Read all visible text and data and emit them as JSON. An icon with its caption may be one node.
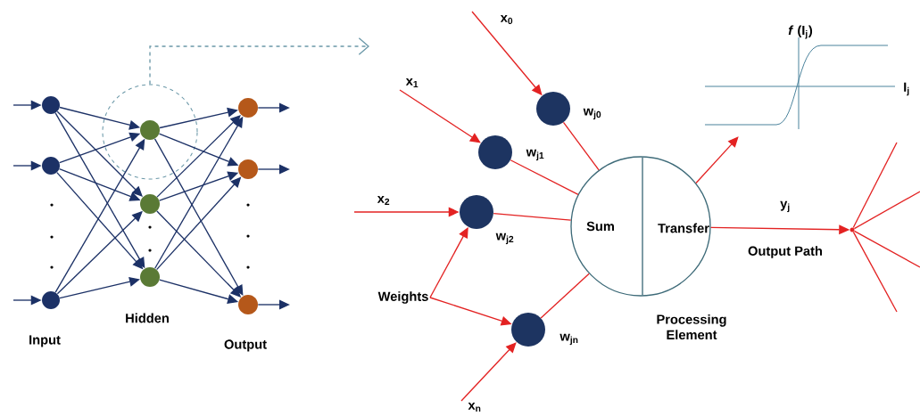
{
  "diagram": {
    "nodes": [
      {
        "text": [],
        "shape": "circle"
      },
      {
        "text": [],
        "shape": "circle"
      },
      {
        "text": [],
        "shape": "circle"
      },
      {
        "text": [],
        "shape": "circle"
      },
      {
        "text": [],
        "shape": "circle",
        "in": 3
      },
      {
        "text": [],
        "shape": "circle"
      },
      {
        "text": [],
        "shape": "circle"
      },
      {
        "text": [],
        "shape": "circle"
      },
      {
        "text": [],
        "shape": "circle"
      },
      {
        "text": [],
        "shape": "circle"
      },
      {
        "text": [],
        "shape": "circle",
        "beside": [
          "w$_{j0}$"
        ]
      },
      {
        "text": [],
        "shape": "circle",
        "beside": [
          "w$_{j1}$"
        ]
      },
      {
        "text": [],
        "shape": "circle",
        "beside": [
          "w$_{j2}$"
        ]
      },
      {
        "text": [
          "Weights"
        ]
      },
      {
        "text": [],
        "shape": "circle",
        "beside": [
          "w$_{jn}$"
        ]
      },
      {
        "text": [
          "Sum",
          "Transfer"
        ],
        "beside": [
          "Processing Element"
        ]
      },
      {
        "text": [
          "*f* (I$_{j}$)",
          "I$_{j}$"
        ]
      },
      {
        "text": [],
        "shape": "point"
      }
    ],
    "edges": [
      {
        "from": null,
        "to": 0,
        "arrow": "to"
      },
      {
        "from": null,
        "to": 1,
        "arrow": "to"
      },
      {
        "from": null,
        "to": 2,
        "arrow": "to"
      },
      {
        "from": 0,
        "to": 4,
        "arrow": "to"
      },
      {
        "from": 0,
        "to": 5,
        "arrow": "to"
      },
      {
        "from": 0,
        "to": 6,
        "arrow": "to"
      },
      {
        "from": 1,
        "to": 4,
        "arrow": "to"
      },
      {
        "from": 1,
        "to": 5,
        "arrow": "to"
      },
      {
        "from": 1,
        "to": 6,
        "arrow": "to"
      },
      {
        "from": 2,
        "to": 4,
        "arrow": "to"
      },
      {
        "from": 2,
        "to": 5,
        "arrow": "to"
      },
      {
        "from": 2,
        "to": 6,
        "arrow": "to"
      },
      {
        "from": 4,
        "to": 7,
        "arrow": "to"
      },
      {
        "from": 4,
        "to": 8,
        "arrow": "to"
      },
      {
        "from": 4,
        "to": 9,
        "arrow": "to"
      },
      {
        "from": 5,
        "to": 7,
        "arrow": "to"
      },
      {
        "from": 5,
        "to": 8,
        "arrow": "to"
      },
      {
        "from": 5,
        "to": 9,
        "arrow": "to"
      },
      {
        "from": 6,
        "to": 7,
        "arrow": "to"
      },
      {
        "from": 6,
        "to": 8,
        "arrow": "to"
      },
      {
        "from": 6,
        "to": 9,
        "arrow": "to"
      },
      {
        "from": 7,
        "to": null,
        "arrow": "to"
      },
      {
        "from": 8,
        "to": null,
        "arrow": "to"
      },
      {
        "from": 9,
        "to": null,
        "arrow": "to"
      },
      {
        "from": 3,
        "to": null,
        "arrow": "to",
        "style": "dashed",
        "color": "#6b98a8"
      },
      {
        "from": null,
        "to": 10,
        "arrow": "to",
        "label": "x$_{0}$",
        "color": "#e32222"
      },
      {
        "from": null,
        "to": 11,
        "arrow": "to",
        "label": "x$_{1}$",
        "color": "#e32222"
      },
      {
        "from": null,
        "to": 12,
        "arrow": "to",
        "label": "x$_{2}$",
        "color": "#e32222"
      },
      {
        "from": null,
        "to": 14,
        "arrow": "to",
        "label": "x$_{n}$",
        "color": "#e32222"
      },
      {
        "from": 13,
        "to": 12,
        "arrow": "to",
        "color": "#e32222"
      },
      {
        "from": 13,
        "to": 14,
        "arrow": "to",
        "color": "#e32222"
      },
      {
        "from": 10,
        "to": 15,
        "arrow": "none",
        "color": "#e32222"
      },
      {
        "from": 11,
        "to": 15,
        "arrow": "none",
        "color": "#e32222"
      },
      {
        "from": 12,
        "to": 15,
        "arrow": "none",
        "color": "#e32222"
      },
      {
        "from": 14,
        "to": 15,
        "arrow": "none",
        "color": "#e32222"
      },
      {
        "from": 15,
        "to": 16,
        "arrow": "to",
        "color": "#e32222"
      },
      {
        "from": 15,
        "to": 17,
        "arrow": "to",
        "label": "y$_{j}$",
        "color": "#e32222"
      },
      {
        "from": 17,
        "to": null,
        "arrow": "none",
        "color": "#e32222"
      },
      {
        "from": 17,
        "to": null,
        "arrow": "none",
        "color": "#e32222"
      },
      {
        "from": 17,
        "to": null,
        "arrow": "none",
        "color": "#e32222"
      },
      {
        "from": 17,
        "to": null,
        "arrow": "none",
        "color": "#e32222"
      }
    ],
    "labels": [
      "Input",
      "Hidden",
      "Output",
      "Output Path"
    ]
  }
}
